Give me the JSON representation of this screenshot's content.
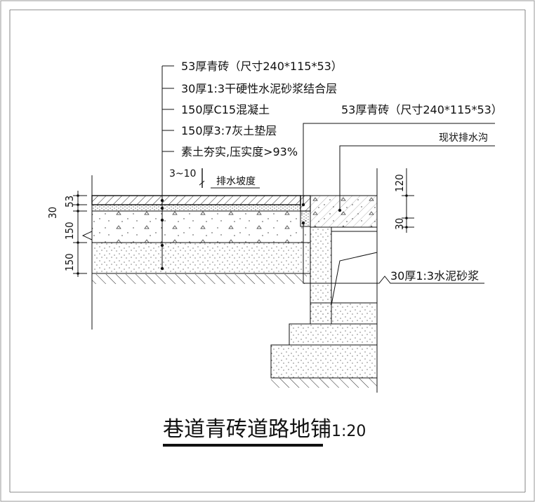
{
  "left_callouts": [
    "53厚青砖（尺寸240*115*53）",
    "30厚1:3干硬性水泥砂浆结合层",
    "150厚C15混凝土",
    "150厚3:7灰土垫层",
    "素土夯实,压实度>93%"
  ],
  "slope": {
    "range": "3~10",
    "label": "排水坡度"
  },
  "right_top_callout": "53厚青砖（尺寸240*115*53）",
  "ditch_callout": "现状排水沟",
  "mortar_callout": "30厚1:3水泥砂浆",
  "left_dims": [
    "53",
    "30",
    "150",
    "150"
  ],
  "right_dims": [
    "120",
    "30"
  ],
  "title": {
    "main": "巷道青砖道路地铺",
    "scale": "1:20"
  }
}
